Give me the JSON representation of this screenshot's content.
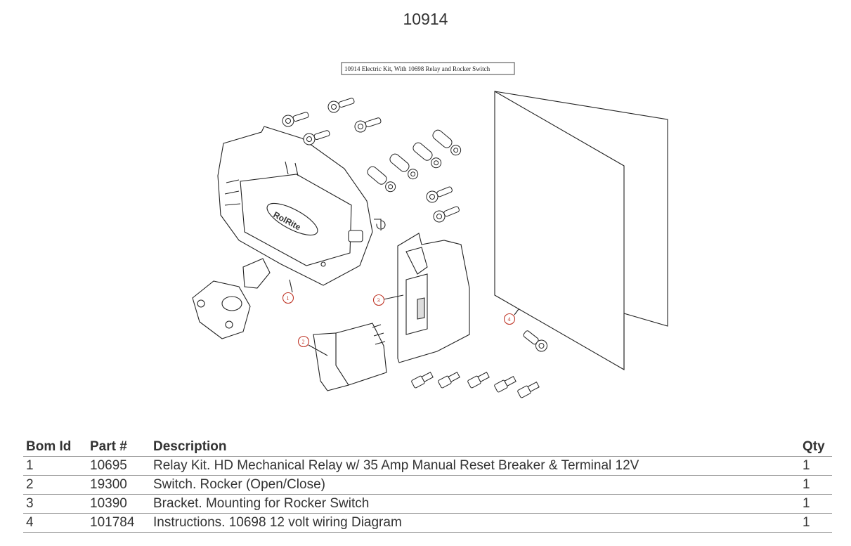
{
  "page": {
    "title": "10914"
  },
  "diagram": {
    "caption": "10914 Electric Kit, With 10698 Relay and Rocker Switch",
    "callouts": [
      "1",
      "2",
      "3",
      "4"
    ],
    "logo_text": "RolRite"
  },
  "bom": {
    "headers": {
      "id": "Bom Id",
      "part": "Part #",
      "description": "Description",
      "qty": "Qty"
    },
    "rows": [
      {
        "id": "1",
        "part": "10695",
        "description": "Relay Kit. HD Mechanical Relay w/ 35 Amp Manual Reset Breaker & Terminal 12V",
        "qty": "1"
      },
      {
        "id": "2",
        "part": "19300",
        "description": "Switch. Rocker (Open/Close)",
        "qty": "1"
      },
      {
        "id": "3",
        "part": "10390",
        "description": "Bracket. Mounting for Rocker Switch",
        "qty": "1"
      },
      {
        "id": "4",
        "part": "101784",
        "description": "Instructions. 10698 12 volt wiring Diagram",
        "qty": "1"
      }
    ]
  }
}
